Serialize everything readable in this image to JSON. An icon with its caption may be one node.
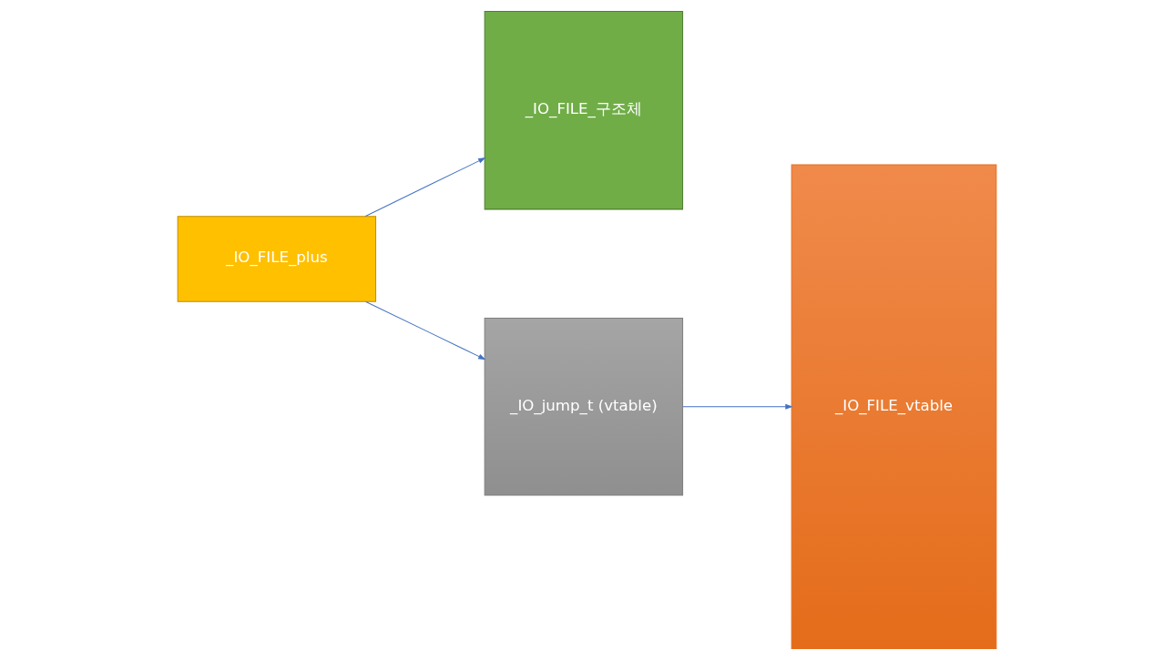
{
  "diagram": {
    "nodes": [
      {
        "text": [
          "_IO_FILE_plus"
        ]
      },
      {
        "text": [
          "_IO_FILE_구조체"
        ]
      },
      {
        "text": [
          "_IO_jump_t (vtable)"
        ]
      },
      {
        "text": [
          "_IO_FILE_vtable"
        ]
      }
    ],
    "edges": [
      {
        "from": 0,
        "to": 1,
        "arrow": "to"
      },
      {
        "from": 0,
        "to": 2,
        "arrow": "to"
      },
      {
        "from": 2,
        "to": 3,
        "arrow": "to"
      }
    ]
  }
}
